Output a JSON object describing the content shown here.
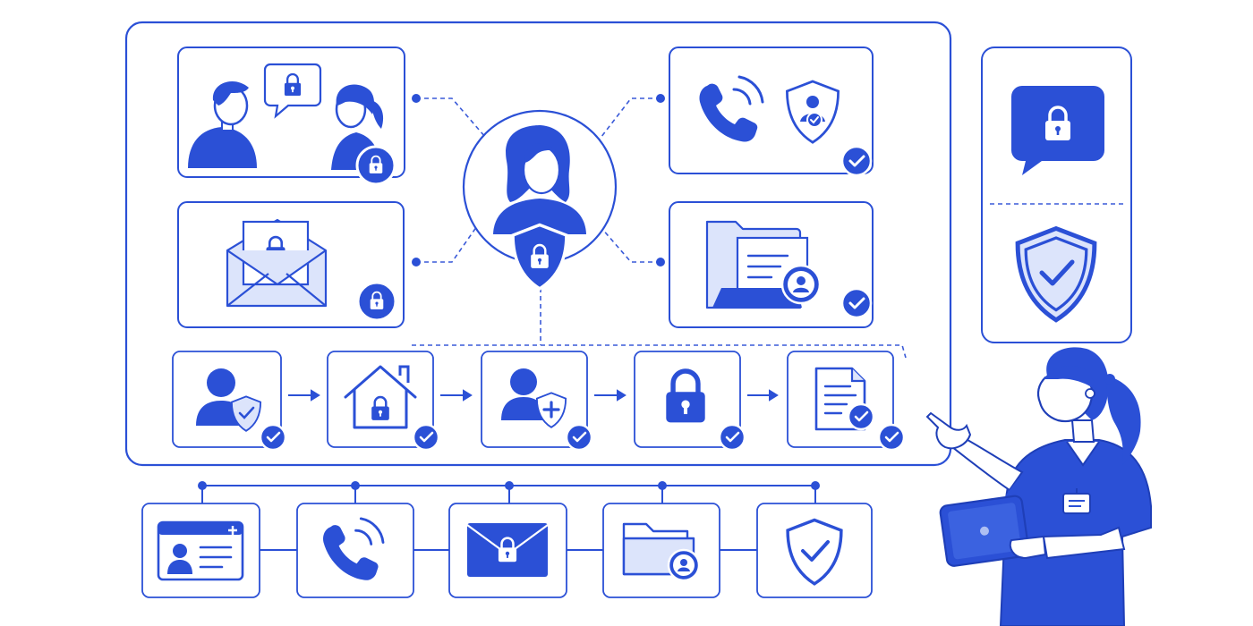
{
  "diagram": {
    "colors": {
      "primary": "#2b50d6",
      "stroke": "#2b50d6",
      "light_fill": "#dce4fb",
      "mid_fill": "#aebff2",
      "connector": "#3a5ad8",
      "background": "#ffffff",
      "skin": "#ffffff"
    },
    "main_panel": {
      "cards": [
        {
          "name": "conversation-card",
          "icons": [
            "man-icon",
            "speech-lock-icon",
            "woman-icon",
            "lock-badge-icon"
          ]
        },
        {
          "name": "secure-email-card",
          "icons": [
            "envelope-lock-icon",
            "lock-badge-icon"
          ]
        },
        {
          "name": "secure-phone-card",
          "icons": [
            "phone-icon",
            "shield-user-icon",
            "check-badge-icon"
          ]
        },
        {
          "name": "secure-folder-card",
          "icons": [
            "folder-document-icon",
            "user-badge-icon",
            "check-badge-icon"
          ]
        }
      ],
      "hub": {
        "name": "patient-hub",
        "icons": [
          "patient-icon",
          "shield-lock-icon"
        ]
      },
      "flow_steps": [
        {
          "name": "flow-step-user-shield",
          "icon": "user-shield-icon",
          "checked": true
        },
        {
          "name": "flow-step-home",
          "icon": "home-lock-icon",
          "checked": true
        },
        {
          "name": "flow-step-medical-user",
          "icon": "user-medical-shield-icon",
          "checked": true
        },
        {
          "name": "flow-step-lock",
          "icon": "padlock-icon",
          "checked": true
        },
        {
          "name": "flow-step-document",
          "icon": "document-check-icon",
          "checked": true
        }
      ]
    },
    "side_panel": {
      "icons": [
        "chat-lock-icon",
        "shield-check-icon"
      ]
    },
    "bottom_row": [
      {
        "name": "bottom-id-card",
        "icon": "medical-id-card-icon"
      },
      {
        "name": "bottom-phone",
        "icon": "phone-icon"
      },
      {
        "name": "bottom-email",
        "icon": "envelope-lock-icon"
      },
      {
        "name": "bottom-folder",
        "icon": "folder-user-icon"
      },
      {
        "name": "bottom-shield",
        "icon": "shield-check-icon"
      }
    ],
    "figures": [
      {
        "name": "nurse-with-tablet",
        "icon": "nurse-icon"
      }
    ]
  }
}
